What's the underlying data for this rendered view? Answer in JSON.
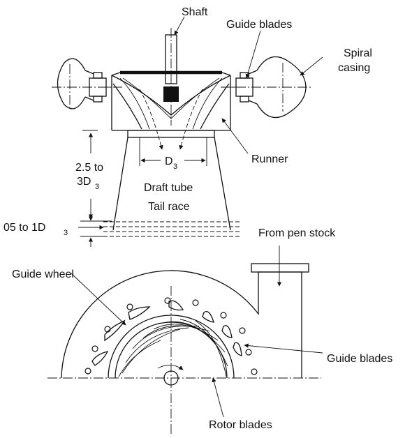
{
  "labels": {
    "shaft": "Shaft",
    "guide_blades_top": "Guide blades",
    "spiral_casing_line1": "Spiral",
    "spiral_casing_line2": "casing",
    "runner": "Runner",
    "d3_main": "D",
    "d3_sub": "3",
    "height_line1": "2.5 to",
    "height_line2_main": "3D",
    "height_line2_sub": "3",
    "draft_tube": "Draft tube",
    "tail_race": "Tail race",
    "submergence_main": "05 to 1D",
    "submergence_sub": "3",
    "from_pen_stock": "From pen stock",
    "guide_wheel": "Guide wheel",
    "guide_blades_bottom": "Guide blades",
    "rotor_blades": "Rotor blades"
  }
}
